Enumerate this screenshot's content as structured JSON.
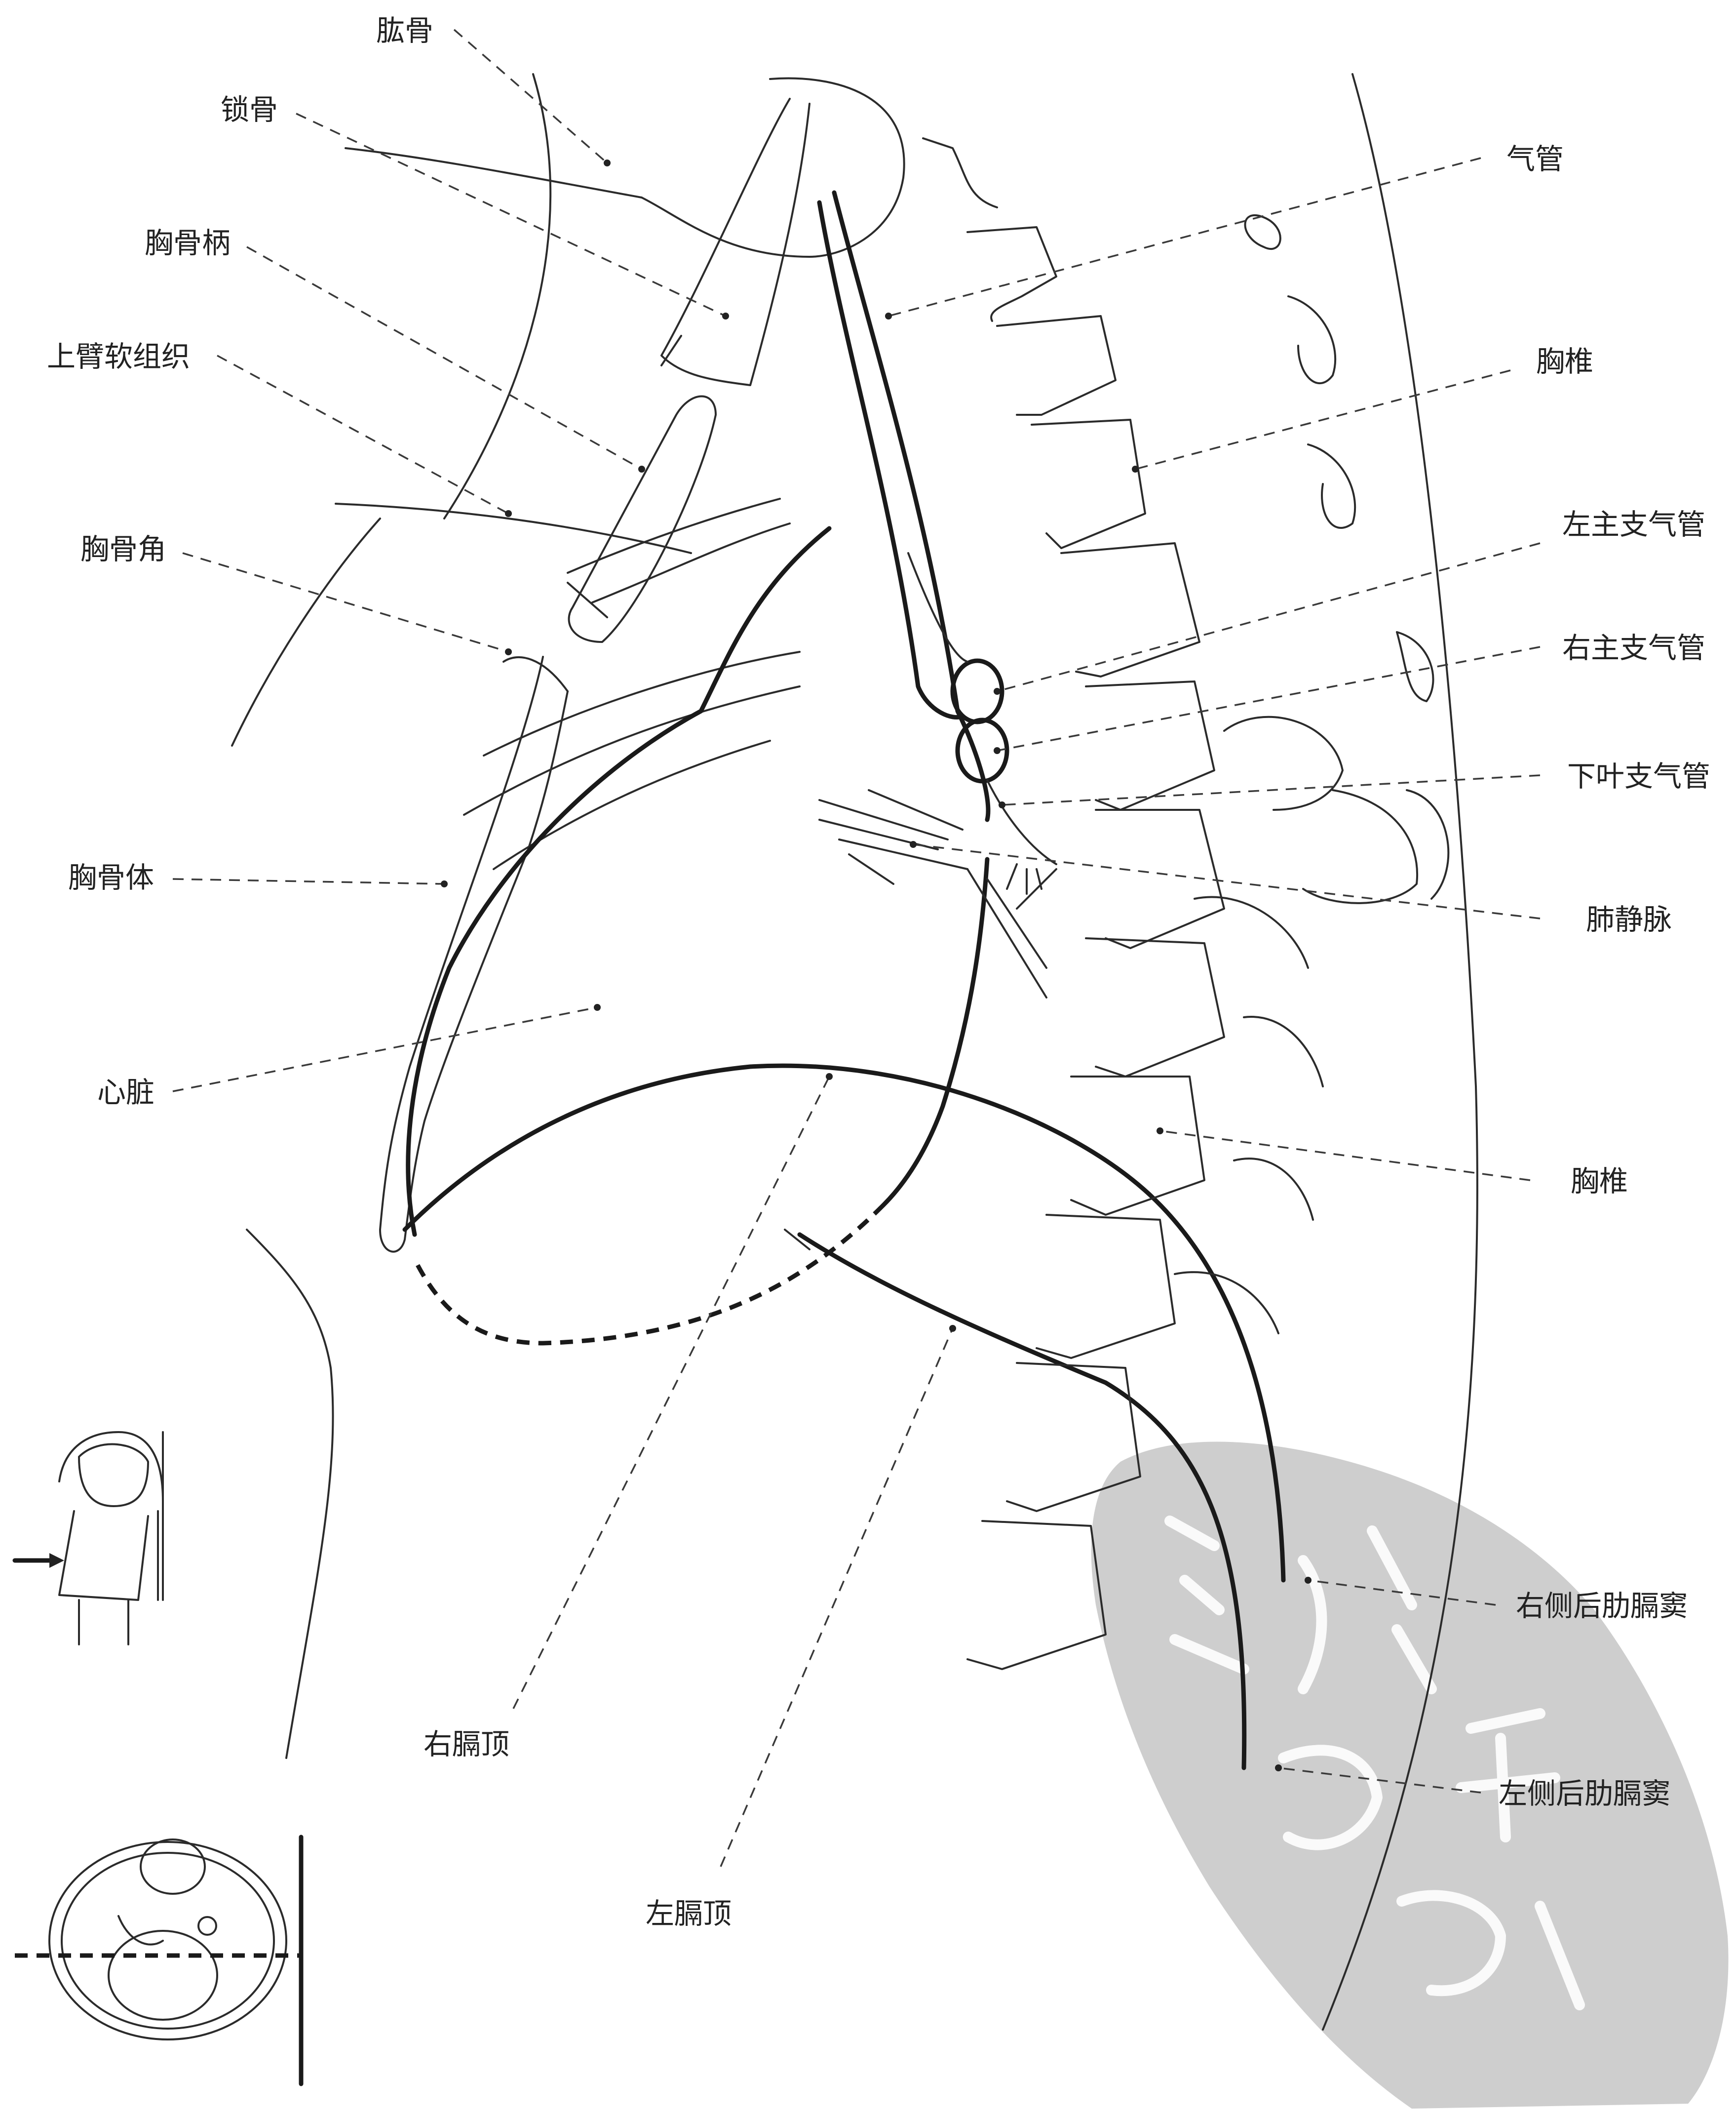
{
  "labels": {
    "humerus": "肱骨",
    "clavicle": "锁骨",
    "manubrium": "胸骨柄",
    "upper_arm_soft_tissue": "上臂软组织",
    "sternal_angle": "胸骨角",
    "sternal_body": "胸骨体",
    "heart": "心脏",
    "trachea": "气管",
    "thoracic_vertebra_upper": "胸椎",
    "left_main_bronchus": "左主支气管",
    "right_main_bronchus": "右主支气管",
    "lower_lobe_bronchus": "下叶支气管",
    "pulmonary_vein": "肺静脉",
    "thoracic_vertebra_lower": "胸椎",
    "right_posterior_costophrenic_sinus": "右侧后肋膈窦",
    "left_posterior_costophrenic_sinus": "左侧后肋膈窦",
    "right_diaphragm_dome": "右膈顶",
    "left_diaphragm_dome": "左膈顶"
  },
  "seal": {
    "text": "简易医学"
  },
  "colors": {
    "line": "#2b2b2b",
    "seal": "#bdbdbd",
    "background": "#ffffff"
  }
}
